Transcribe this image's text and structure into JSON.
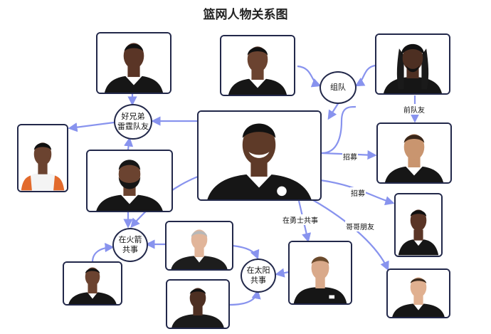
{
  "title": "篮网人物关系图",
  "hubs": {
    "zudui": [
      "组队"
    ],
    "haoxiongdi": [
      "好兄弟",
      "雷霆队友"
    ],
    "huojian": [
      "在火箭",
      "共事"
    ],
    "taiyang": [
      "在太阳",
      "共事"
    ]
  },
  "edge_labels": {
    "qian_duiyou": "前队友",
    "zhaomu_1": "招募",
    "zhaomu_2": "招募",
    "yongshi": "在勇士共事",
    "gege_pengyou": "哥哥朋友"
  },
  "colors": {
    "edge": "#8893ee",
    "border": "#22284a",
    "jersey": "#161616"
  }
}
